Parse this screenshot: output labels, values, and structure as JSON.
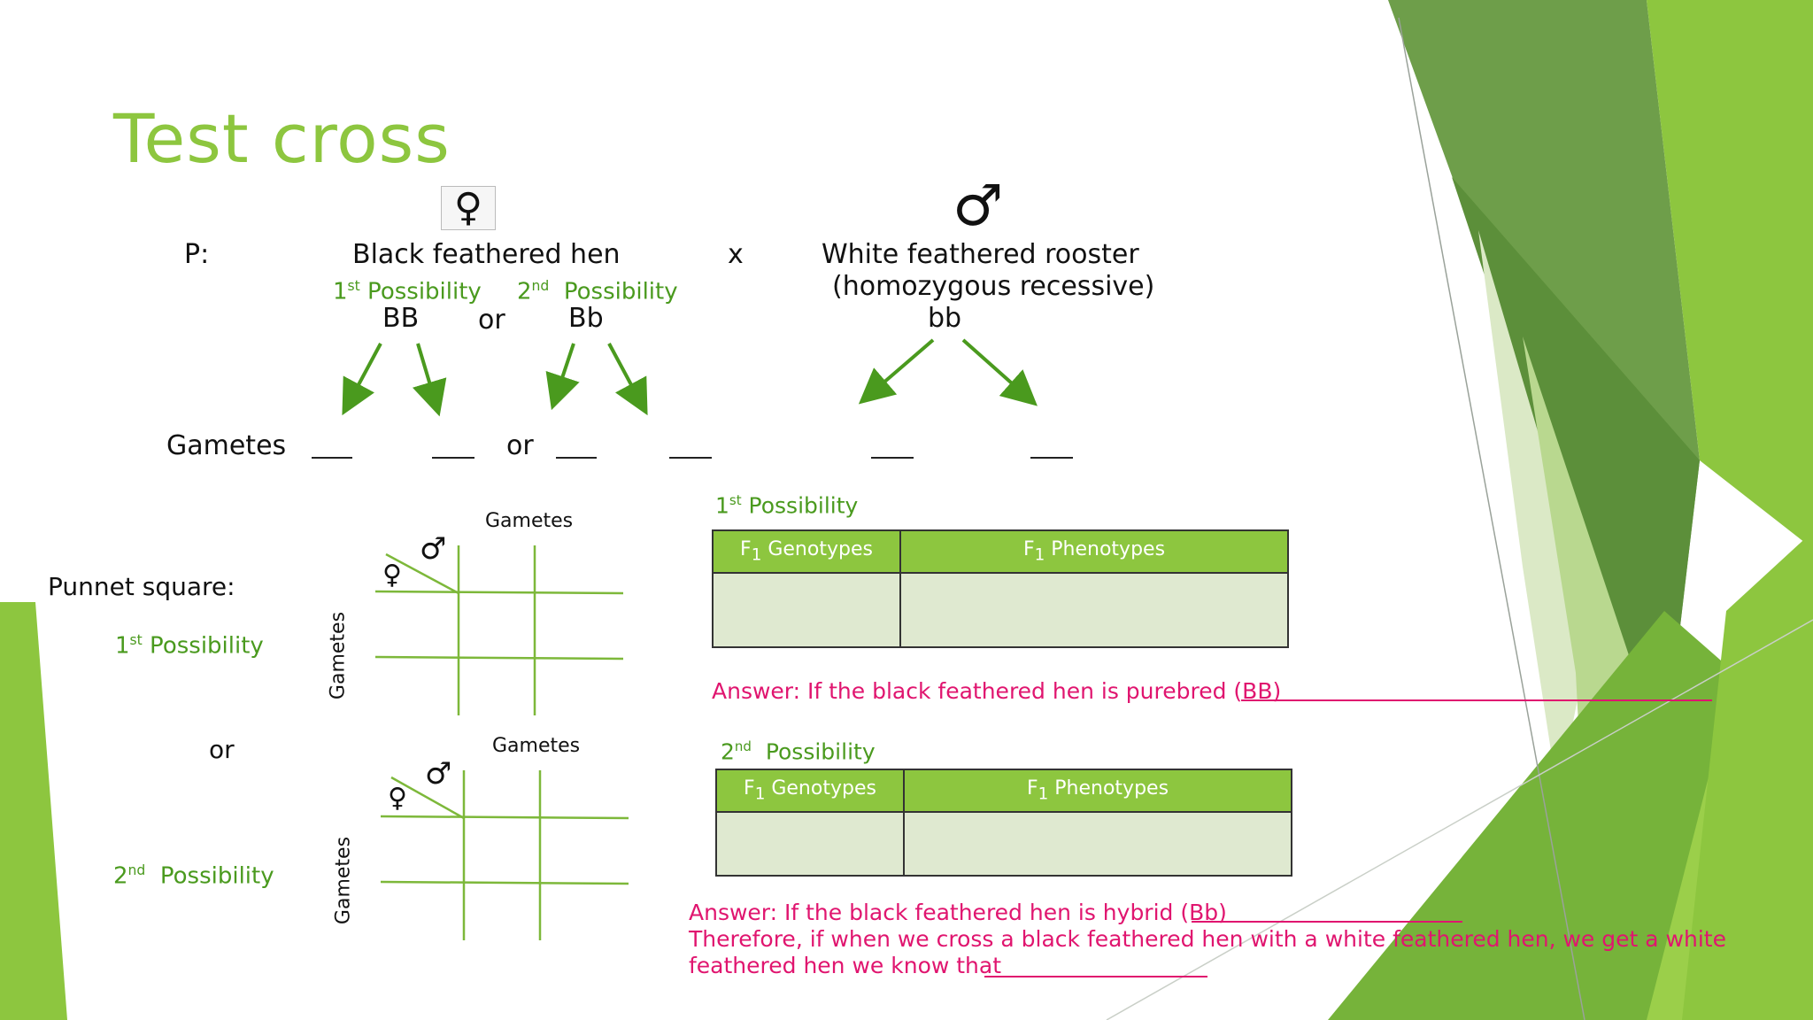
{
  "title": "Test cross",
  "parents": {
    "p_label": "P:",
    "female_symbol": "♀",
    "male_symbol": "♂",
    "female": "Black feathered hen",
    "cross": "x",
    "male": "White feathered rooster",
    "male_note": "(homozygous recessive)",
    "poss1_label": "1st Possibility",
    "poss2_label": "2nd  Possibility",
    "geno1": "BB",
    "or": "or",
    "geno2": "Bb",
    "male_geno": "bb"
  },
  "gametes": {
    "label": "Gametes",
    "blank": "___",
    "or": "or"
  },
  "punnett": {
    "label": "Punnet square:",
    "poss1": "1st Possibility",
    "or": "or",
    "poss2": "2nd  Possibility",
    "gametes_top": "Gametes",
    "gametes_side": "Gametes",
    "female_symbol": "♀",
    "male_symbol": "♂"
  },
  "table1": {
    "heading": "1st Possibility",
    "col1": "F1 Genotypes",
    "col2": "F1 Phenotypes"
  },
  "answer1": "Answer: If the black feathered hen is purebred (BB)",
  "table2": {
    "heading": "2nd  Possibility",
    "col1": "F1 Genotypes",
    "col2": "F1 Phenotypes"
  },
  "answer2": "Answer: If the black feathered hen is hybrid (Bb)",
  "conclusion1": "Therefore, if when we cross a black feathered hen with a white feathered hen, we get a white",
  "conclusion2": "feathered hen we know that",
  "colors": {
    "accent": "#8dc63f",
    "green_text": "#4a9a1e",
    "answer": "#e0156f",
    "table_fill": "#dfe9d0"
  },
  "arrows": [
    "arrow-down-left",
    "arrow-down-right"
  ]
}
